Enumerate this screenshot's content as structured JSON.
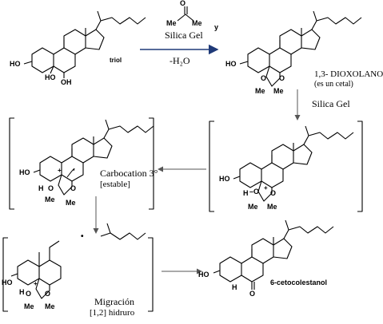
{
  "reaction": {
    "reagent_name": "Silica Gel",
    "reagent_me_left": "Me",
    "reagent_me_right": "Me",
    "reagent_o": "O",
    "reagent_extra": "y",
    "water_loss": "-H₂O"
  },
  "triol": {
    "name": "triol",
    "ho_3": "HO",
    "ho_5": "HO",
    "oh_6": "OH"
  },
  "dioxolane": {
    "name_line1": "1,3- DIOXOLANO",
    "name_line2": "(es un cetal)",
    "ho": "HO",
    "o_left": "O",
    "o_right": "O",
    "me_left": "Me",
    "me_right": "Me"
  },
  "step2": {
    "reagent": "Silica Gel"
  },
  "protonated": {
    "ho": "HO",
    "h": "H",
    "o_minus": "–O",
    "o_plus": "+",
    "o_right": "O",
    "me_left": "Me",
    "me_right": "Me"
  },
  "carbocation": {
    "label_line1": "Carbocation 3°",
    "label_line2": "[estable]",
    "ho": "HO",
    "h": "H",
    "o_left": "O",
    "o_right": "O",
    "plus": "+",
    "me_left": "Me",
    "me_right": "Me"
  },
  "migration": {
    "label_line1": "Migración",
    "label_line2": "[1,2] hidruro",
    "ho": "HO",
    "h": "H",
    "o_left": "O",
    "o_right": "O",
    "plus": "+",
    "me_left": "Me",
    "me_right": "Me",
    "dot": "•"
  },
  "product": {
    "name": "6-cetocolestanol",
    "ho": "HO",
    "h": "H",
    "o": "O"
  },
  "colors": {
    "ink": "#000000",
    "arrow_blue": "#1f3a78",
    "arrow_gray": "#555555"
  }
}
